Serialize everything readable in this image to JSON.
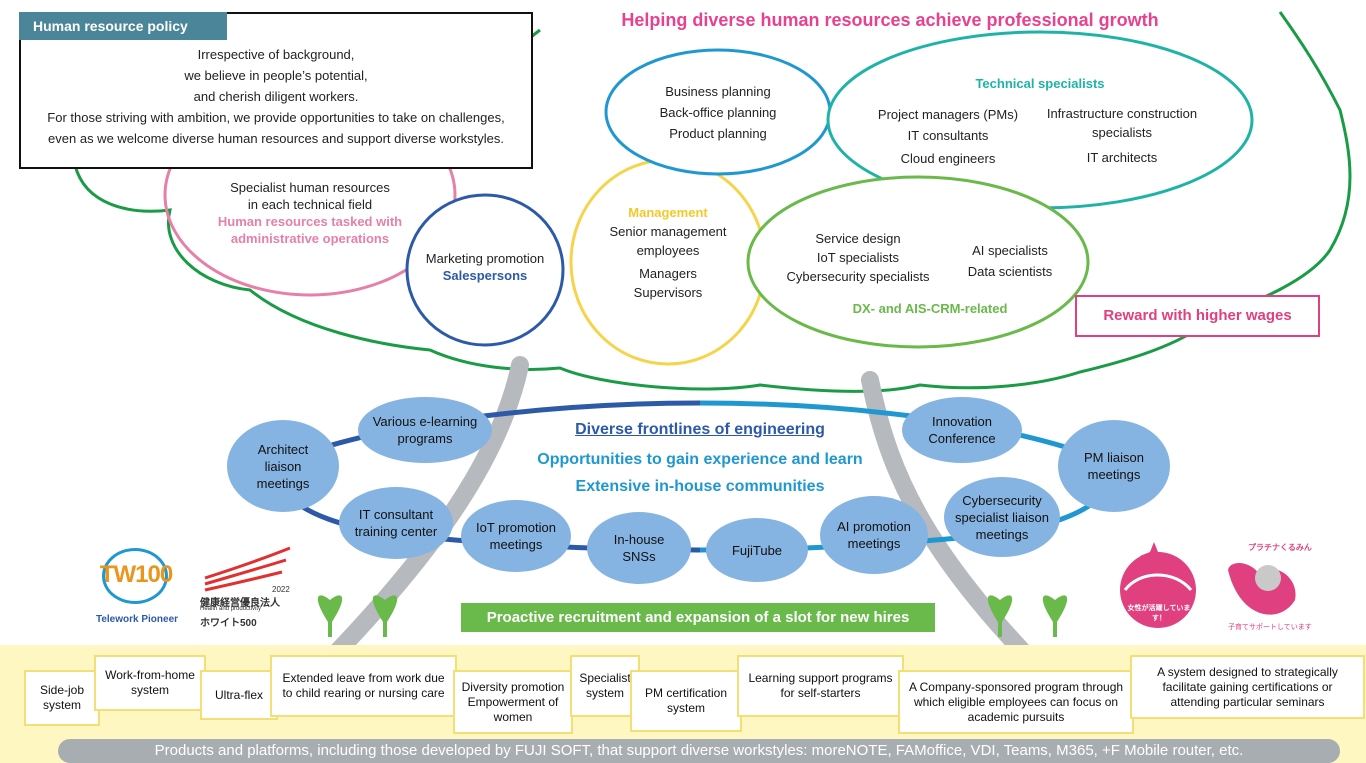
{
  "policy": {
    "tab": "Human resource policy",
    "lines": [
      "Irrespective of background,",
      "we believe in people’s potential,",
      "and cherish diligent workers.",
      "For those striving with ambition, we provide opportunities to take on challenges,",
      "even as we welcome diverse human resources and support diverse workstyles."
    ]
  },
  "headline": "Helping diverse human resources achieve professional growth",
  "reward": "Reward with higher wages",
  "circles": {
    "specialist": {
      "lines": [
        "Specialist human resources",
        "in each technical field"
      ],
      "accent": [
        "Human resources tasked with",
        "administrative operations"
      ]
    },
    "marketing": {
      "line": "Marketing promotion",
      "accent": "Salespersons"
    },
    "management": {
      "title": "Management",
      "lines": [
        "Senior management",
        "employees",
        "Managers",
        "Supervisors"
      ]
    },
    "business": {
      "lines": [
        "Business planning",
        "Back-office planning",
        "Product planning"
      ]
    },
    "technical": {
      "title": "Technical specialists",
      "col1": [
        "Project managers (PMs)",
        "IT consultants",
        "Cloud engineers"
      ],
      "col2": [
        "Infrastructure construction",
        "specialists",
        "IT architects"
      ]
    },
    "dx": {
      "col1": [
        "Service design",
        "IoT specialists",
        "Cybersecurity specialists"
      ],
      "col2": [
        "AI specialists",
        "Data scientists"
      ],
      "title": "DX- and AIS-CRM-related"
    }
  },
  "frontlines": {
    "line1": "Diverse frontlines of engineering",
    "line2": "Opportunities to gain experience and learn",
    "line3": "Extensive in-house communities"
  },
  "bubbles": {
    "architect": "Architect liaison meetings",
    "elearning": "Various e-learning programs",
    "itconsultant": "IT consultant training center",
    "iot": "IoT promotion meetings",
    "sns": "In-house SNSs",
    "fujitube": "FujiTube",
    "ai": "AI promotion meetings",
    "cyber": "Cybersecurity specialist liaison meetings",
    "innovation": "Innovation Conference",
    "pm": "PM liaison meetings"
  },
  "recruit": "Proactive recruitment and expansion of a slot for new hires",
  "systems": {
    "sidejob": "Side-job system",
    "wfh": "Work-from-home system",
    "ultraflex": "Ultra-flex",
    "leave": "Extended leave from work due to child rearing or nursing care",
    "diversity": "Diversity promotion Empowerment of women",
    "specialist": "Specialist system",
    "pmcert": "PM certification system",
    "learning": "Learning support programs for self-starters",
    "academic": "A Company-sponsored program through which eligible employees can focus on academic pursuits",
    "certs": "A system designed to strategically facilitate gaining certifications or attending particular seminars"
  },
  "products": "Products and platforms, including those developed by FUJI SOFT, that support diverse workstyles: moreNOTE, FAMoffice, VDI, Teams, M365, +F Mobile router, etc.",
  "logos": {
    "tw_mark": "TW100",
    "tw_label": "Telework Pioneer",
    "health_year": "2022",
    "health_jp": "健康経営優良法人",
    "health_en": "Health and productivity",
    "health_500": "ホワイト500",
    "eruboshi": "女性が活躍しています！",
    "platinum_top": "プラチナくるみん",
    "platinum_bottom": "子育てサポートしています"
  },
  "colors": {
    "pink": "#e8418f",
    "teal": "#1fb3a8",
    "blue": "#1f98d1",
    "navy": "#2d5aa8",
    "yellow": "#f5d44a",
    "green": "#6ab94b",
    "cloud": "#1a9b46",
    "bubble": "#86b4e2"
  }
}
